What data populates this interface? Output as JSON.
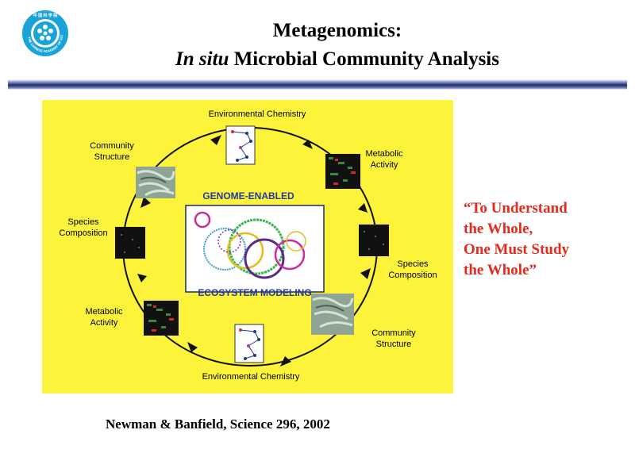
{
  "title": {
    "line1": "Metagenomics:",
    "line2_italic": "In situ",
    "line2_rest": " Microbial Community Analysis"
  },
  "logo": {
    "icon": "cas-seal-icon",
    "text": "THE CHINESE ACADEMY OF SCIENCES",
    "color": "#1aa3d9"
  },
  "diagram": {
    "center_top": "GENOME-ENABLED",
    "center_bottom": "ECOSYSTEM MODELING",
    "labels": {
      "env_chem_top": "Environmental Chemistry",
      "metabolic_right_1": "Metabolic",
      "metabolic_right_2": "Activity",
      "species_right_1": "Species",
      "species_right_2": "Composition",
      "community_right_1": "Community",
      "community_right_2": "Structure",
      "env_chem_bottom": "Environmental Chemistry",
      "metabolic_left_1": "Metabolic",
      "metabolic_left_2": "Activity",
      "species_left_1": "Species",
      "species_left_2": "Composition",
      "community_left_1": "Community",
      "community_left_2": "Structure"
    },
    "colors": {
      "background": "#fcf33a",
      "center_text": "#1f3aa6"
    }
  },
  "quote": {
    "line1": "“To Understand",
    "line2": "the Whole,",
    "line3": "One Must Study",
    "line4": "the Whole”",
    "color": "#e32a1c"
  },
  "citation": "Newman & Banfield, Science 296, 2002"
}
